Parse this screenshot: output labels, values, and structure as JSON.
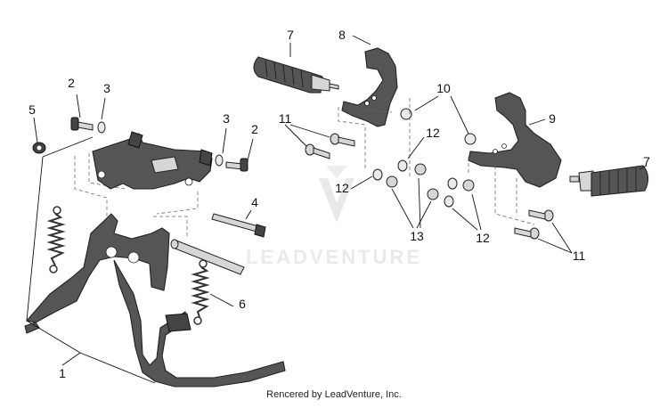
{
  "watermark": {
    "text": "LEADVENTURE"
  },
  "footer": {
    "text": "Rencered by LeadVenture, Inc."
  },
  "callouts": [
    {
      "label": "1"
    },
    {
      "label": "2"
    },
    {
      "label": "3"
    },
    {
      "label": "5"
    },
    {
      "label": "3"
    },
    {
      "label": "2"
    },
    {
      "label": "4"
    },
    {
      "label": "6"
    },
    {
      "label": "7"
    },
    {
      "label": "8"
    },
    {
      "label": "10"
    },
    {
      "label": "9"
    },
    {
      "label": "11"
    },
    {
      "label": "12"
    },
    {
      "label": "12"
    },
    {
      "label": "13"
    },
    {
      "label": "12"
    },
    {
      "label": "7"
    },
    {
      "label": "11"
    }
  ]
}
